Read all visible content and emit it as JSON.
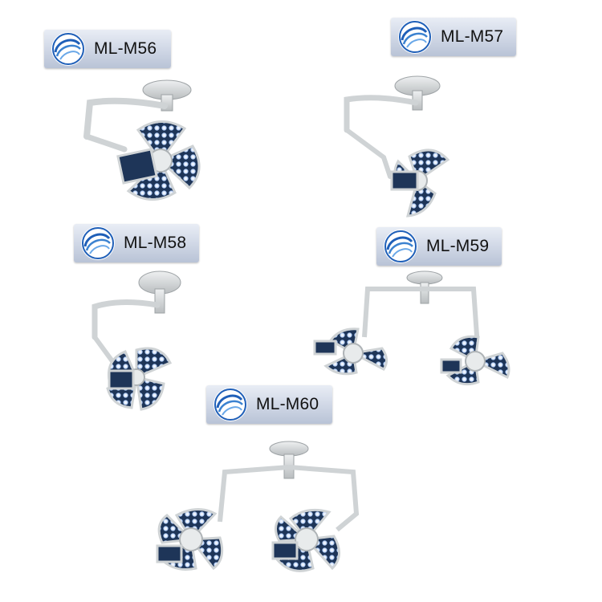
{
  "products": [
    {
      "model": "ML-M56"
    },
    {
      "model": "ML-M57"
    },
    {
      "model": "ML-M58"
    },
    {
      "model": "ML-M59"
    },
    {
      "model": "ML-M60"
    }
  ],
  "colors": {
    "label_bg_top": "#e9edf5",
    "label_bg_bottom": "#b9c3d6",
    "logo_blue": "#1f5fb8",
    "arm_gray": "#d4d7d8",
    "panel_navy": "#1e3558",
    "led_light": "#e6f0ff"
  },
  "icons": [
    "swirl-logo-icon"
  ]
}
